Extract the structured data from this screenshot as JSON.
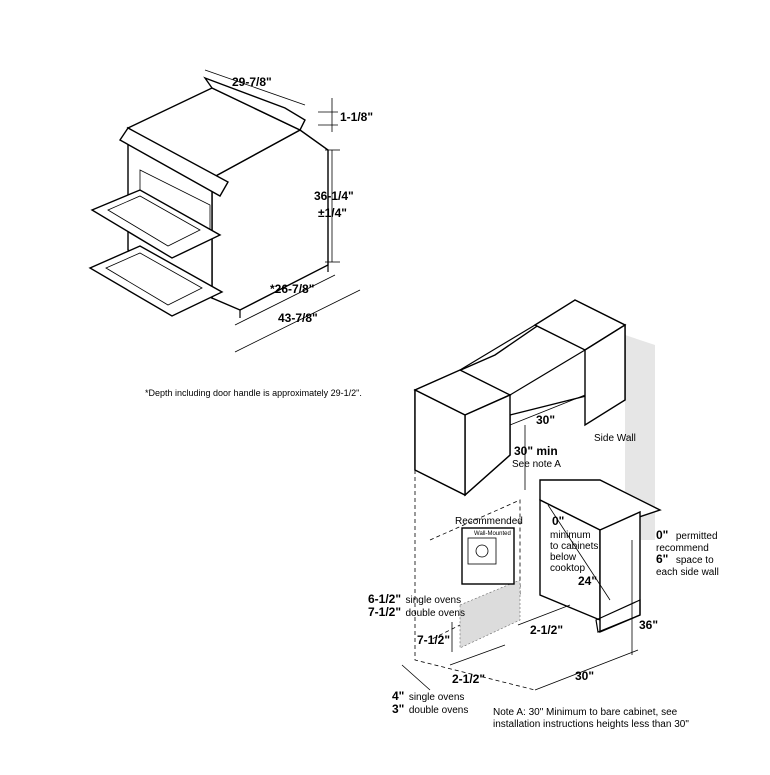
{
  "range_diagram": {
    "width_label": "29-7/8\"",
    "top_label": "1-1/8\"",
    "height_label": "36-1/4\"",
    "height_tol_label": "±1/4\"",
    "depth_label": "*26-7/8\"",
    "open_depth_label": "43-7/8\"",
    "footnote": "*Depth including door handle is approximately 29-1/2\"."
  },
  "install_diagram": {
    "cabinet_width_label": "30\"",
    "min_label": "30\" min",
    "see_note_label": "See note A",
    "side_wall_label": "Side Wall",
    "recommended_label": "Recommended",
    "wall_mounted_label": "Wall-Mounted",
    "zero_label": "0\"",
    "minimum_lines": [
      "minimum",
      "to cabinets",
      "below",
      "cooktop"
    ],
    "permitted_value": "0\"",
    "permitted_text": "permitted",
    "recommend_text": "recommend",
    "space_value": "6\"",
    "space_text": "space to",
    "each_side_text": "each side wall",
    "depth_24_label": "24\"",
    "counter_36_label": "36\"",
    "width_30_label": "30\"",
    "side_2half_label": "2-1/2\"",
    "outlet_2half_label": "2-1/2\"",
    "outlet_7half_label": "7-1/2\"",
    "single_ovens_value": "6-1/2\"",
    "single_ovens_text": "single ovens",
    "double_ovens_value": "7-1/2\"",
    "double_ovens_text": "double ovens",
    "bottom_single_value": "4\"",
    "bottom_single_text": "single ovens",
    "bottom_double_value": "3\"",
    "bottom_double_text": "double ovens",
    "note_a_line1": "Note A: 30\" Minimum to bare cabinet, see",
    "note_a_line2": "installation instructions heights less than 30\""
  }
}
